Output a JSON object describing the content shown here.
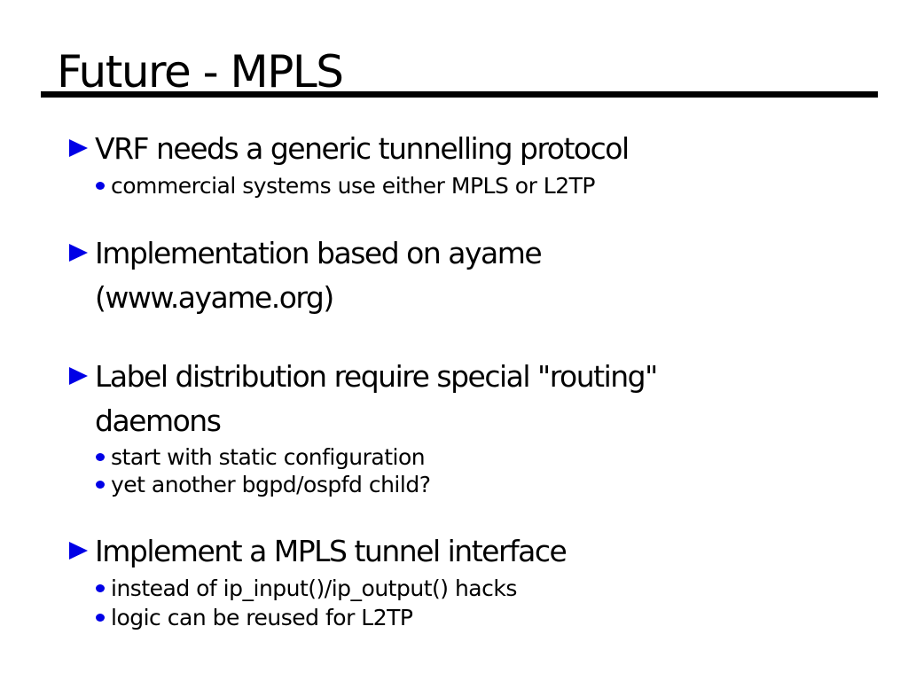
{
  "slide": {
    "title": "Future - MPLS",
    "colors": {
      "background": "#ffffff",
      "text": "#000000",
      "accent": "#0000e6",
      "title_rule": "#000000"
    }
  },
  "bullets": [
    {
      "lines": [
        "VRF needs a generic tunnelling protocol"
      ],
      "subs": [
        "commercial systems use either MPLS or L2TP"
      ]
    },
    {
      "lines": [
        "Implementation based on ayame",
        "(www.ayame.org)"
      ],
      "subs": []
    },
    {
      "lines": [
        "Label distribution require special \"routing\"",
        "daemons"
      ],
      "subs": [
        "start with static configuration",
        "yet another bgpd/ospfd child?"
      ]
    },
    {
      "lines": [
        "Implement a MPLS tunnel interface"
      ],
      "subs": [
        "instead of ip_input()/ip_output() hacks",
        "logic can be reused for L2TP"
      ]
    }
  ]
}
